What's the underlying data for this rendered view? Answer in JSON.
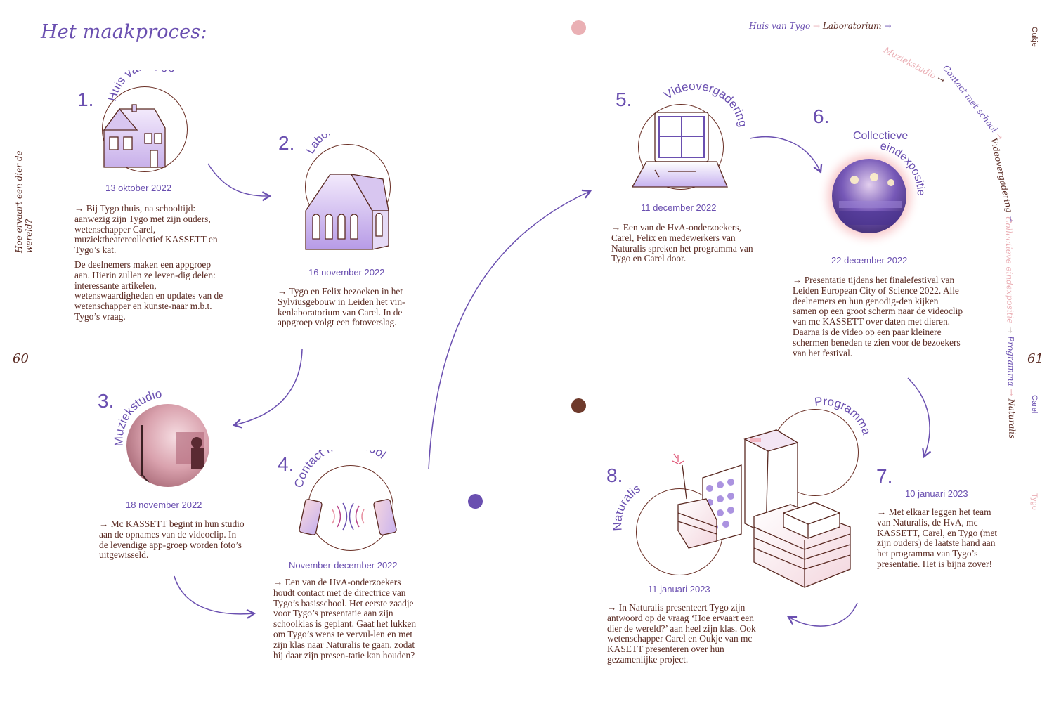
{
  "title": "Het maakproces:",
  "side_question": "Hoe ervaart een dier de wereld?",
  "page_left": "60",
  "page_right": "61",
  "names": [
    "Oukje",
    "Carel",
    "Tygo"
  ],
  "route": {
    "items": [
      {
        "label": "Huis van Tygo"
      },
      {
        "label": "Laboratorium"
      },
      {
        "label": "Muziekstudio"
      },
      {
        "label": "Contact met school"
      },
      {
        "label": "Videovergadering"
      },
      {
        "label": "Collectieve eindexpositie"
      },
      {
        "label": "Programma"
      },
      {
        "label": "Naturalis"
      }
    ],
    "arrow": "→"
  },
  "steps": [
    {
      "num": "1.",
      "label": "Huis van Tygo",
      "date": "13 oktober 2022",
      "text": [
        "→ Bij Tygo thuis, na schooltijd: aanwezig zijn Tygo met zijn ouders, wetenschapper Carel, muziektheatercollectief KASSETT en Tygo’s kat.",
        "De deelnemers maken een appgroep aan. Hierin zullen ze leven-dig delen: interessante artikelen, wetenswaardigheden en updates van de wetenschapper en kunste-naar m.b.t. Tygo’s vraag."
      ]
    },
    {
      "num": "2.",
      "label": "Laboratorium",
      "date": "16 november 2022",
      "text": [
        "→ Tygo en Felix bezoeken in het Sylviusgebouw in Leiden het vin-kenlaboratorium van Carel. In de appgroep volgt een fotoverslag."
      ]
    },
    {
      "num": "3.",
      "label": "Muziekstudio",
      "date": "18 november 2022",
      "text": [
        "→ Mc KASSETT begint in hun studio aan de opnames van de videoclip. In de levendige app-groep worden foto’s uitgewisseld."
      ]
    },
    {
      "num": "4.",
      "label": "Contact met school",
      "date": "November-december 2022",
      "text": [
        "→ Een van de HvA-onderzoekers houdt contact met de directrice van Tygo’s basisschool. Het eerste zaadje voor Tygo’s presentatie aan zijn schoolklas is geplant. Gaat het lukken om Tygo’s wens te vervul-len en met zijn klas naar Naturalis te gaan, zodat hij daar zijn presen-tatie kan houden?"
      ]
    },
    {
      "num": "5.",
      "label": "Videovergadering",
      "date": "11 december 2022",
      "text": [
        "→ Een van de HvA-onderzoekers, Carel, Felix en medewerkers van Naturalis spreken het programma van Tygo en Carel door."
      ]
    },
    {
      "num": "6.",
      "label": "Collectieve eindexpositie",
      "label_line1": "Collectieve",
      "label_line2": "eindexpositie",
      "date": "22 december 2022",
      "text": [
        "→ Presentatie tijdens het finalefestival van Leiden European City of Science 2022. Alle deelnemers en hun genodig-den kijken samen op een groot scherm naar de videoclip van mc KASSETT over daten met dieren. Daarna is de video op een paar kleinere schermen beneden te zien voor de bezoekers van het festival."
      ]
    },
    {
      "num": "7.",
      "label": "Programma",
      "date": "10 januari 2023",
      "text": [
        "→ Met elkaar leggen het team van Naturalis, de HvA, mc KASSETT, Carel, en Tygo (met zijn ouders) de laatste hand aan het programma van Tygo’s presentatie. Het is bijna zover!"
      ]
    },
    {
      "num": "8.",
      "label": "Naturalis",
      "date": "11 januari 2023",
      "text": [
        "→ In Naturalis presenteert Tygo zijn antwoord op de vraag ‘Hoe ervaart een dier de wereld?’ aan heel zijn klas. Ook wetenschapper Carel en Oukje van mc KASETT presenteren over hun gezamenlijke project."
      ]
    }
  ],
  "colors": {
    "purple": "#6a4fb0",
    "brown": "#5a2a22",
    "pink": "#eaaeb4"
  }
}
